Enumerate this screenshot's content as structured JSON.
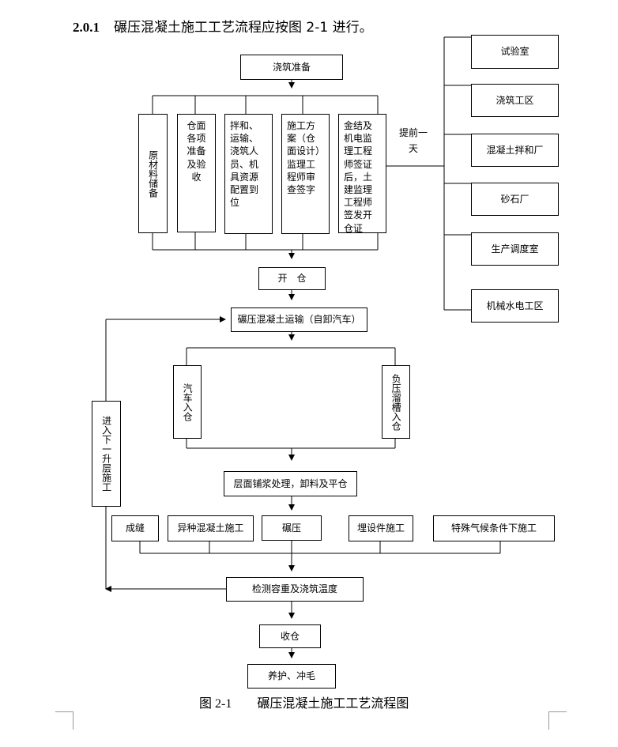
{
  "heading": {
    "number": "2.0.1",
    "text": "碾压混凝土施工工艺流程应按图 2-1 进行。"
  },
  "nodes": {
    "pour_prep": "浇筑准备",
    "prep1": "原材料储备",
    "prep2": "仓面各项准备及验收",
    "prep3": "拌和、运输、浇筑人员、机具资源配置到位",
    "prep4": "施工方案（仓面设计）监理工程师审查签字",
    "prep5": "金结及机电监理工程师签证后，土建监理工程师签发开仓证",
    "advance": "提前一天",
    "open": "开　仓",
    "transport": "碾压混凝土运输（自卸汽车）",
    "truck": "汽车入仓",
    "chute": "负压溜槽入仓",
    "layer": "层面铺浆处理，卸料及平仓",
    "joint": "成缝",
    "special_concrete": "异种混凝土施工",
    "roll": "碾压",
    "embed": "埋设件施工",
    "weather": "特殊气候条件下施工",
    "next": "进入下一升层施工",
    "inspect": "检测容重及浇筑温度",
    "close": "收仓",
    "cure": "养护、冲毛"
  },
  "notify": [
    "试验室",
    "浇筑工区",
    "混凝土拌和厂",
    "砂石厂",
    "生产调度室",
    "机械水电工区"
  ],
  "caption": {
    "figure": "图 2-1",
    "title": "碾压混凝土施工工艺流程图"
  }
}
